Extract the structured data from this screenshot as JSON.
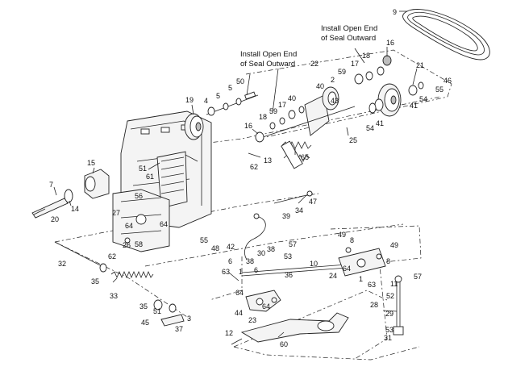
{
  "notes": [
    {
      "id": "note-upper",
      "lines": [
        "Install Open End",
        "of Seal Outward"
      ]
    },
    {
      "id": "note-lower",
      "lines": [
        "Install Open End",
        "of Seal Outward"
      ]
    }
  ],
  "callouts": [
    {
      "id": "c9",
      "text": "9"
    },
    {
      "id": "c16a",
      "text": "16"
    },
    {
      "id": "c18a",
      "text": "18"
    },
    {
      "id": "c22",
      "text": "22"
    },
    {
      "id": "c21",
      "text": "21"
    },
    {
      "id": "c46",
      "text": "46"
    },
    {
      "id": "c55a",
      "text": "55"
    },
    {
      "id": "c54a",
      "text": "54"
    },
    {
      "id": "c41a",
      "text": "41"
    },
    {
      "id": "c17a",
      "text": "17"
    },
    {
      "id": "c59a",
      "text": "59"
    },
    {
      "id": "c2",
      "text": "2"
    },
    {
      "id": "c40a",
      "text": "40"
    },
    {
      "id": "c43",
      "text": "43"
    },
    {
      "id": "c41b",
      "text": "41"
    },
    {
      "id": "c54b",
      "text": "54"
    },
    {
      "id": "c50",
      "text": "50"
    },
    {
      "id": "c5a",
      "text": "5"
    },
    {
      "id": "c5b",
      "text": "5"
    },
    {
      "id": "c4",
      "text": "4"
    },
    {
      "id": "c19",
      "text": "19"
    },
    {
      "id": "c40b",
      "text": "40"
    },
    {
      "id": "c17b",
      "text": "17"
    },
    {
      "id": "c59b",
      "text": "59"
    },
    {
      "id": "c18b",
      "text": "18"
    },
    {
      "id": "c16b",
      "text": "16"
    },
    {
      "id": "c25",
      "text": "25"
    },
    {
      "id": "c13",
      "text": "13"
    },
    {
      "id": "c65",
      "text": "65"
    },
    {
      "id": "c62a",
      "text": "62"
    },
    {
      "id": "c15",
      "text": "15"
    },
    {
      "id": "c51a",
      "text": "51"
    },
    {
      "id": "c61",
      "text": "61"
    },
    {
      "id": "c7",
      "text": "7"
    },
    {
      "id": "c14",
      "text": "14"
    },
    {
      "id": "c20",
      "text": "20"
    },
    {
      "id": "c56",
      "text": "56"
    },
    {
      "id": "c27",
      "text": "27"
    },
    {
      "id": "c64a",
      "text": "64"
    },
    {
      "id": "c64b",
      "text": "64"
    },
    {
      "id": "c58",
      "text": "58"
    },
    {
      "id": "c26",
      "text": "26"
    },
    {
      "id": "c62b",
      "text": "62"
    },
    {
      "id": "c47",
      "text": "47"
    },
    {
      "id": "c34",
      "text": "34"
    },
    {
      "id": "c39",
      "text": "39"
    },
    {
      "id": "c55b",
      "text": "55"
    },
    {
      "id": "c48",
      "text": "48"
    },
    {
      "id": "c42",
      "text": "42"
    },
    {
      "id": "c30",
      "text": "30"
    },
    {
      "id": "c38a",
      "text": "38"
    },
    {
      "id": "c38b",
      "text": "38"
    },
    {
      "id": "c57a",
      "text": "57"
    },
    {
      "id": "c53a",
      "text": "53"
    },
    {
      "id": "c10",
      "text": "10"
    },
    {
      "id": "c49a",
      "text": "49"
    },
    {
      "id": "c8a",
      "text": "8"
    },
    {
      "id": "c49b",
      "text": "49"
    },
    {
      "id": "c8b",
      "text": "8"
    },
    {
      "id": "c64c",
      "text": "64"
    },
    {
      "id": "c24",
      "text": "24"
    },
    {
      "id": "c1a",
      "text": "1"
    },
    {
      "id": "c63a",
      "text": "63"
    },
    {
      "id": "c57b",
      "text": "57"
    },
    {
      "id": "c11",
      "text": "11"
    },
    {
      "id": "c52",
      "text": "52"
    },
    {
      "id": "c28",
      "text": "28"
    },
    {
      "id": "c29",
      "text": "29"
    },
    {
      "id": "c53b",
      "text": "53"
    },
    {
      "id": "c31",
      "text": "31"
    },
    {
      "id": "c32",
      "text": "32"
    },
    {
      "id": "c35a",
      "text": "35"
    },
    {
      "id": "c33",
      "text": "33"
    },
    {
      "id": "c35b",
      "text": "35"
    },
    {
      "id": "c51b",
      "text": "51"
    },
    {
      "id": "c3",
      "text": "3"
    },
    {
      "id": "c45",
      "text": "45"
    },
    {
      "id": "c37",
      "text": "37"
    },
    {
      "id": "c6a",
      "text": "6"
    },
    {
      "id": "c63b",
      "text": "63"
    },
    {
      "id": "c6b",
      "text": "6"
    },
    {
      "id": "c1b",
      "text": "1"
    },
    {
      "id": "c36",
      "text": "36"
    },
    {
      "id": "c64d",
      "text": "64"
    },
    {
      "id": "c64e",
      "text": "64"
    },
    {
      "id": "c44",
      "text": "44"
    },
    {
      "id": "c23",
      "text": "23"
    },
    {
      "id": "c12",
      "text": "12"
    },
    {
      "id": "c60",
      "text": "60"
    }
  ]
}
